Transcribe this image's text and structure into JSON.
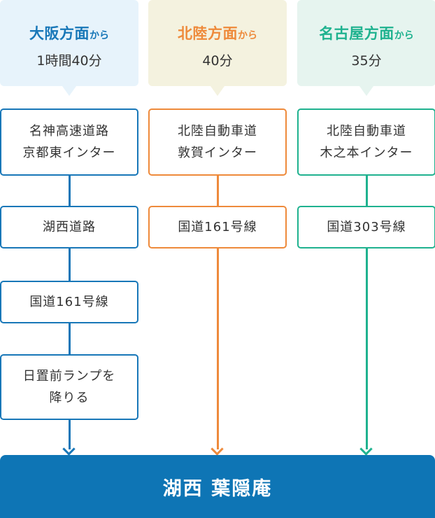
{
  "colors": {
    "osaka": "#1877b8",
    "hokuriku": "#ee8a3b",
    "nagoya": "#1fb28f",
    "osaka_bg": "#e7f3fb",
    "hokuriku_bg": "#f4f2df",
    "nagoya_bg": "#e6f4ef",
    "destination_bg": "#0e75b5"
  },
  "routes": [
    {
      "region": "大阪方面",
      "suffix": "から",
      "duration": "1時間40分",
      "steps": [
        {
          "line1": "名神高速道路",
          "line2": "京都東インター"
        },
        {
          "line1": "湖西道路",
          "line2": ""
        },
        {
          "line1": "国道161号線",
          "line2": ""
        },
        {
          "line1": "日置前ランプを",
          "line2": "降りる"
        }
      ]
    },
    {
      "region": "北陸方面",
      "suffix": "から",
      "duration": "40分",
      "steps": [
        {
          "line1": "北陸自動車道",
          "line2": "敦賀インター"
        },
        {
          "line1": "国道161号線",
          "line2": ""
        }
      ]
    },
    {
      "region": "名古屋方面",
      "suffix": "から",
      "duration": "35分",
      "steps": [
        {
          "line1": "北陸自動車道",
          "line2": "木之本インター"
        },
        {
          "line1": "国道303号線",
          "line2": ""
        }
      ]
    }
  ],
  "destination": "湖西 葉隠庵"
}
